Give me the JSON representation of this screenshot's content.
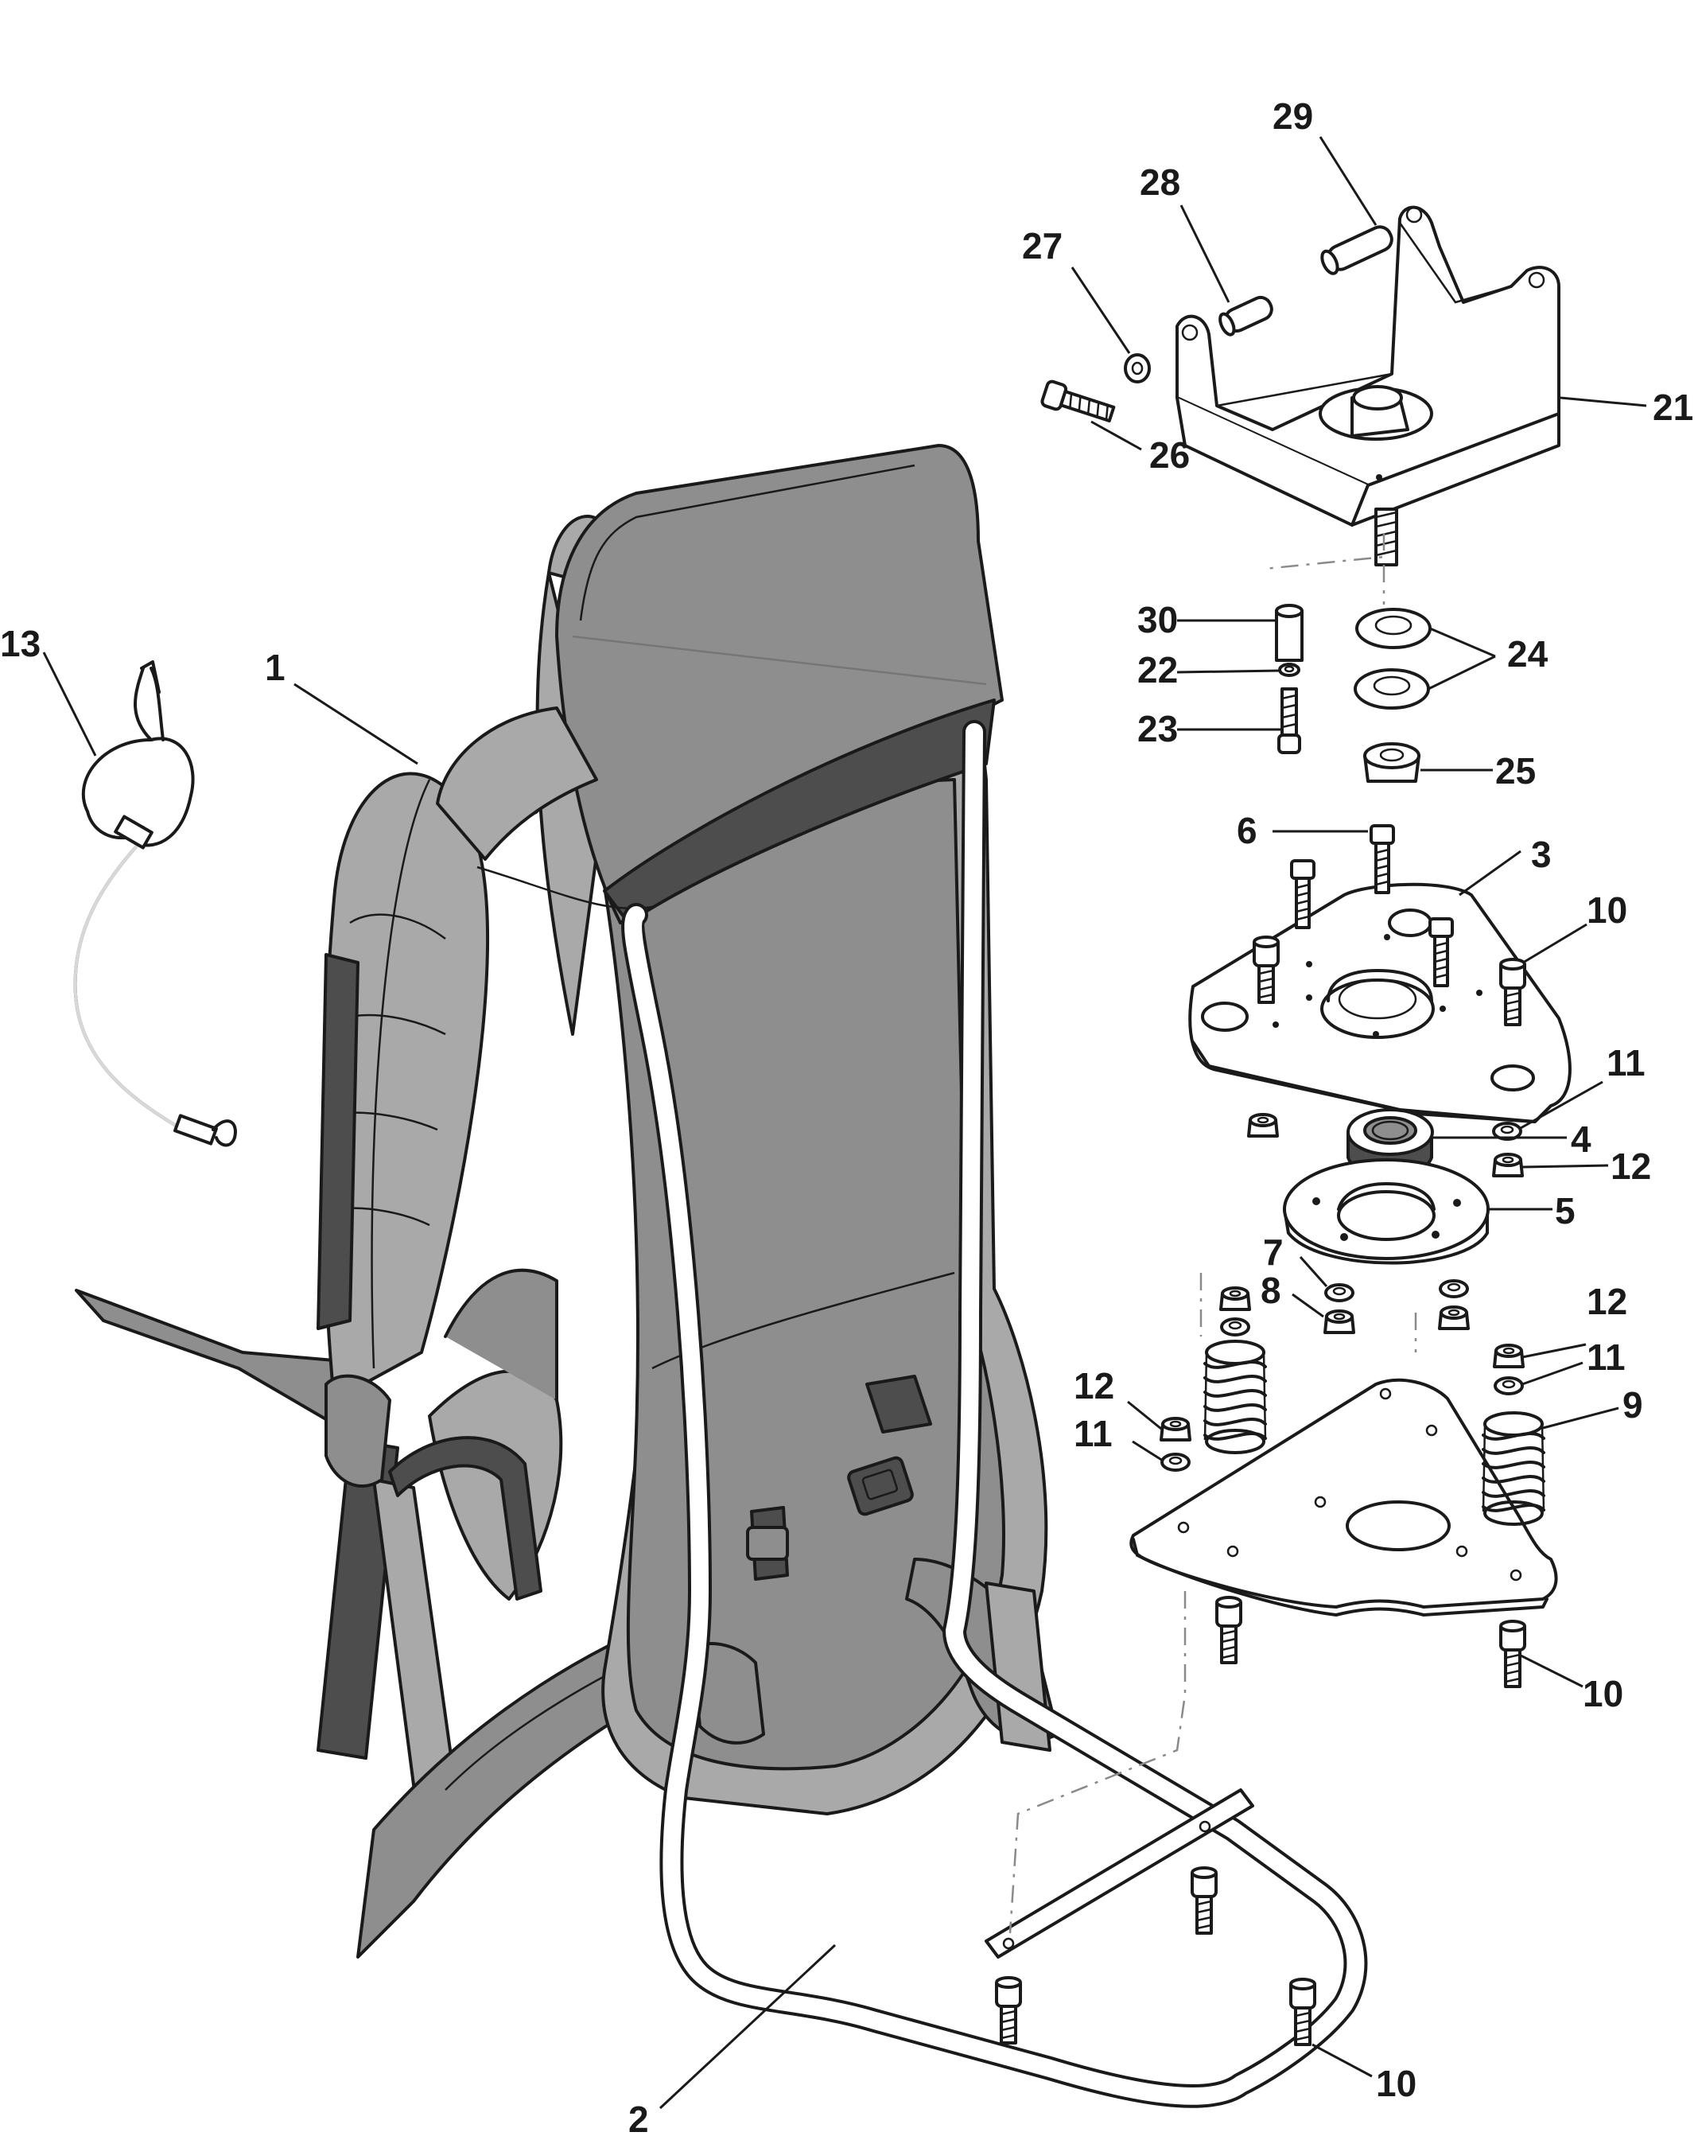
{
  "labels": {
    "l1": "1",
    "l2": "2",
    "l3": "3",
    "l4": "4",
    "l5": "5",
    "l6": "6",
    "l7": "7",
    "l8": "8",
    "l9": "9",
    "l10a": "10",
    "l10b": "10",
    "l10c": "10",
    "l11a": "11",
    "l11b": "11",
    "l11c": "11",
    "l12a": "12",
    "l12b": "12",
    "l12c": "12",
    "l13": "13",
    "l21": "21",
    "l22": "22",
    "l23": "23",
    "l24": "24",
    "l25": "25",
    "l26": "26",
    "l27": "27",
    "l28": "28",
    "l29": "29",
    "l30": "30"
  },
  "colors": {
    "fabric_light": "#a9a9a9",
    "fabric_mid": "#8e8e8e",
    "fabric_dark": "#4d4d4d",
    "metal": "#ffffff",
    "outline": "#1a1a1a"
  }
}
